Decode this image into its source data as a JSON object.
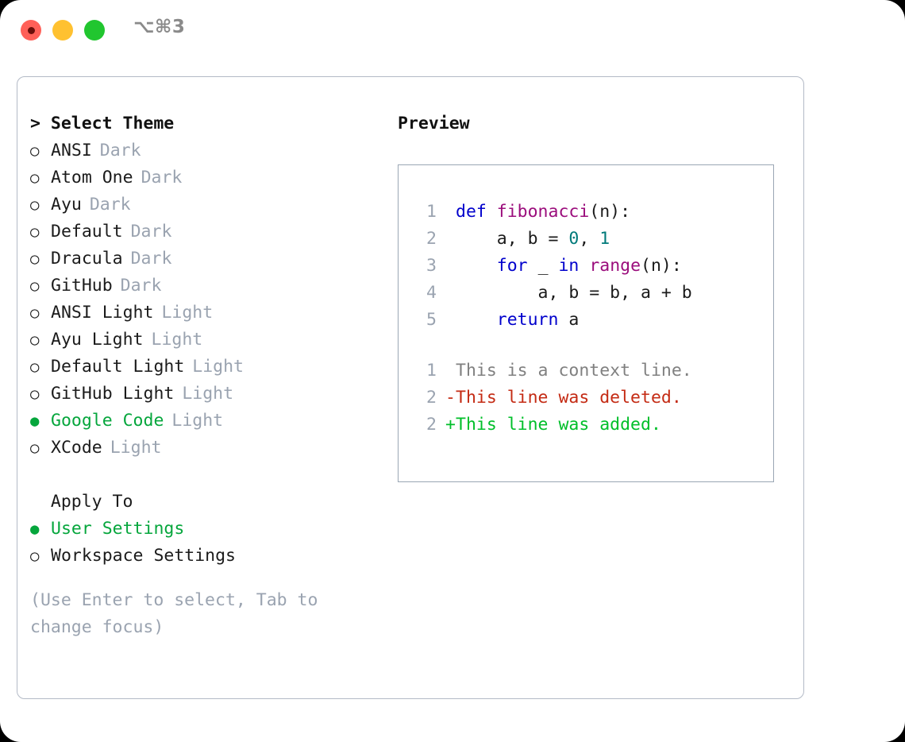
{
  "titlebar": {
    "lights": [
      {
        "name": "close",
        "color": "#ff6058"
      },
      {
        "name": "minimize",
        "color": "#ffc130"
      },
      {
        "name": "zoom",
        "color": "#21c62f"
      }
    ],
    "shortcut": "⌥⌘3"
  },
  "theme_panel": {
    "header": "> Select Theme",
    "options": [
      {
        "bullet": "○",
        "name": "ANSI",
        "kind": "Dark",
        "selected": false
      },
      {
        "bullet": "○",
        "name": "Atom One",
        "kind": "Dark",
        "selected": false
      },
      {
        "bullet": "○",
        "name": "Ayu",
        "kind": "Dark",
        "selected": false
      },
      {
        "bullet": "○",
        "name": "Default",
        "kind": "Dark",
        "selected": false
      },
      {
        "bullet": "○",
        "name": "Dracula",
        "kind": "Dark",
        "selected": false
      },
      {
        "bullet": "○",
        "name": "GitHub",
        "kind": "Dark",
        "selected": false
      },
      {
        "bullet": "○",
        "name": "ANSI Light",
        "kind": "Light",
        "selected": false
      },
      {
        "bullet": "○",
        "name": "Ayu Light",
        "kind": "Light",
        "selected": false
      },
      {
        "bullet": "○",
        "name": "Default Light",
        "kind": "Light",
        "selected": false
      },
      {
        "bullet": "○",
        "name": "GitHub Light",
        "kind": "Light",
        "selected": false
      },
      {
        "bullet": "●",
        "name": "Google Code",
        "kind": "Light",
        "selected": true
      },
      {
        "bullet": "○",
        "name": "XCode",
        "kind": "Light",
        "selected": false
      }
    ]
  },
  "apply_panel": {
    "header": "  Apply To",
    "options": [
      {
        "bullet": "●",
        "name": "User Settings",
        "selected": true
      },
      {
        "bullet": "○",
        "name": "Workspace Settings",
        "selected": false
      }
    ]
  },
  "hint": "(Use Enter to select, Tab to change focus)",
  "preview": {
    "title": "Preview",
    "code_lines": [
      {
        "number": "1",
        "tokens": [
          {
            "text": "def ",
            "style": "kw"
          },
          {
            "text": "fibonacci",
            "style": "fn"
          },
          {
            "text": "(n):",
            "style": "plain"
          }
        ]
      },
      {
        "number": "2",
        "tokens": [
          {
            "text": "    a, b = ",
            "style": "plain"
          },
          {
            "text": "0",
            "style": "num"
          },
          {
            "text": ", ",
            "style": "plain"
          },
          {
            "text": "1",
            "style": "num"
          }
        ]
      },
      {
        "number": "3",
        "tokens": [
          {
            "text": "    ",
            "style": "plain"
          },
          {
            "text": "for",
            "style": "kw"
          },
          {
            "text": " _ ",
            "style": "plain"
          },
          {
            "text": "in",
            "style": "kw"
          },
          {
            "text": " ",
            "style": "plain"
          },
          {
            "text": "range",
            "style": "fn"
          },
          {
            "text": "(n):",
            "style": "plain"
          }
        ]
      },
      {
        "number": "4",
        "tokens": [
          {
            "text": "        a, b = b, a + b",
            "style": "plain"
          }
        ]
      },
      {
        "number": "5",
        "tokens": [
          {
            "text": "    ",
            "style": "plain"
          },
          {
            "text": "return",
            "style": "kw"
          },
          {
            "text": " a",
            "style": "plain"
          }
        ]
      }
    ],
    "diff_lines": [
      {
        "number": "1",
        "marker": " ",
        "text": "This is a context line.",
        "kind": "ctx"
      },
      {
        "number": "2",
        "marker": "-",
        "text": "This line was deleted.",
        "kind": "del"
      },
      {
        "number": "2",
        "marker": "+",
        "text": "This line was added.",
        "kind": "add"
      }
    ]
  },
  "colors": {
    "accent_green": "#05a63c",
    "muted": "#9aa3b0",
    "border": "#b3bac6",
    "preview_border": "#9aa6b4",
    "kw": "#0000cc",
    "fn": "#9b0d7c",
    "num": "#007a7a",
    "diff_del": "#c42b14",
    "diff_add": "#00bf2a",
    "diff_ctx": "#808080"
  }
}
